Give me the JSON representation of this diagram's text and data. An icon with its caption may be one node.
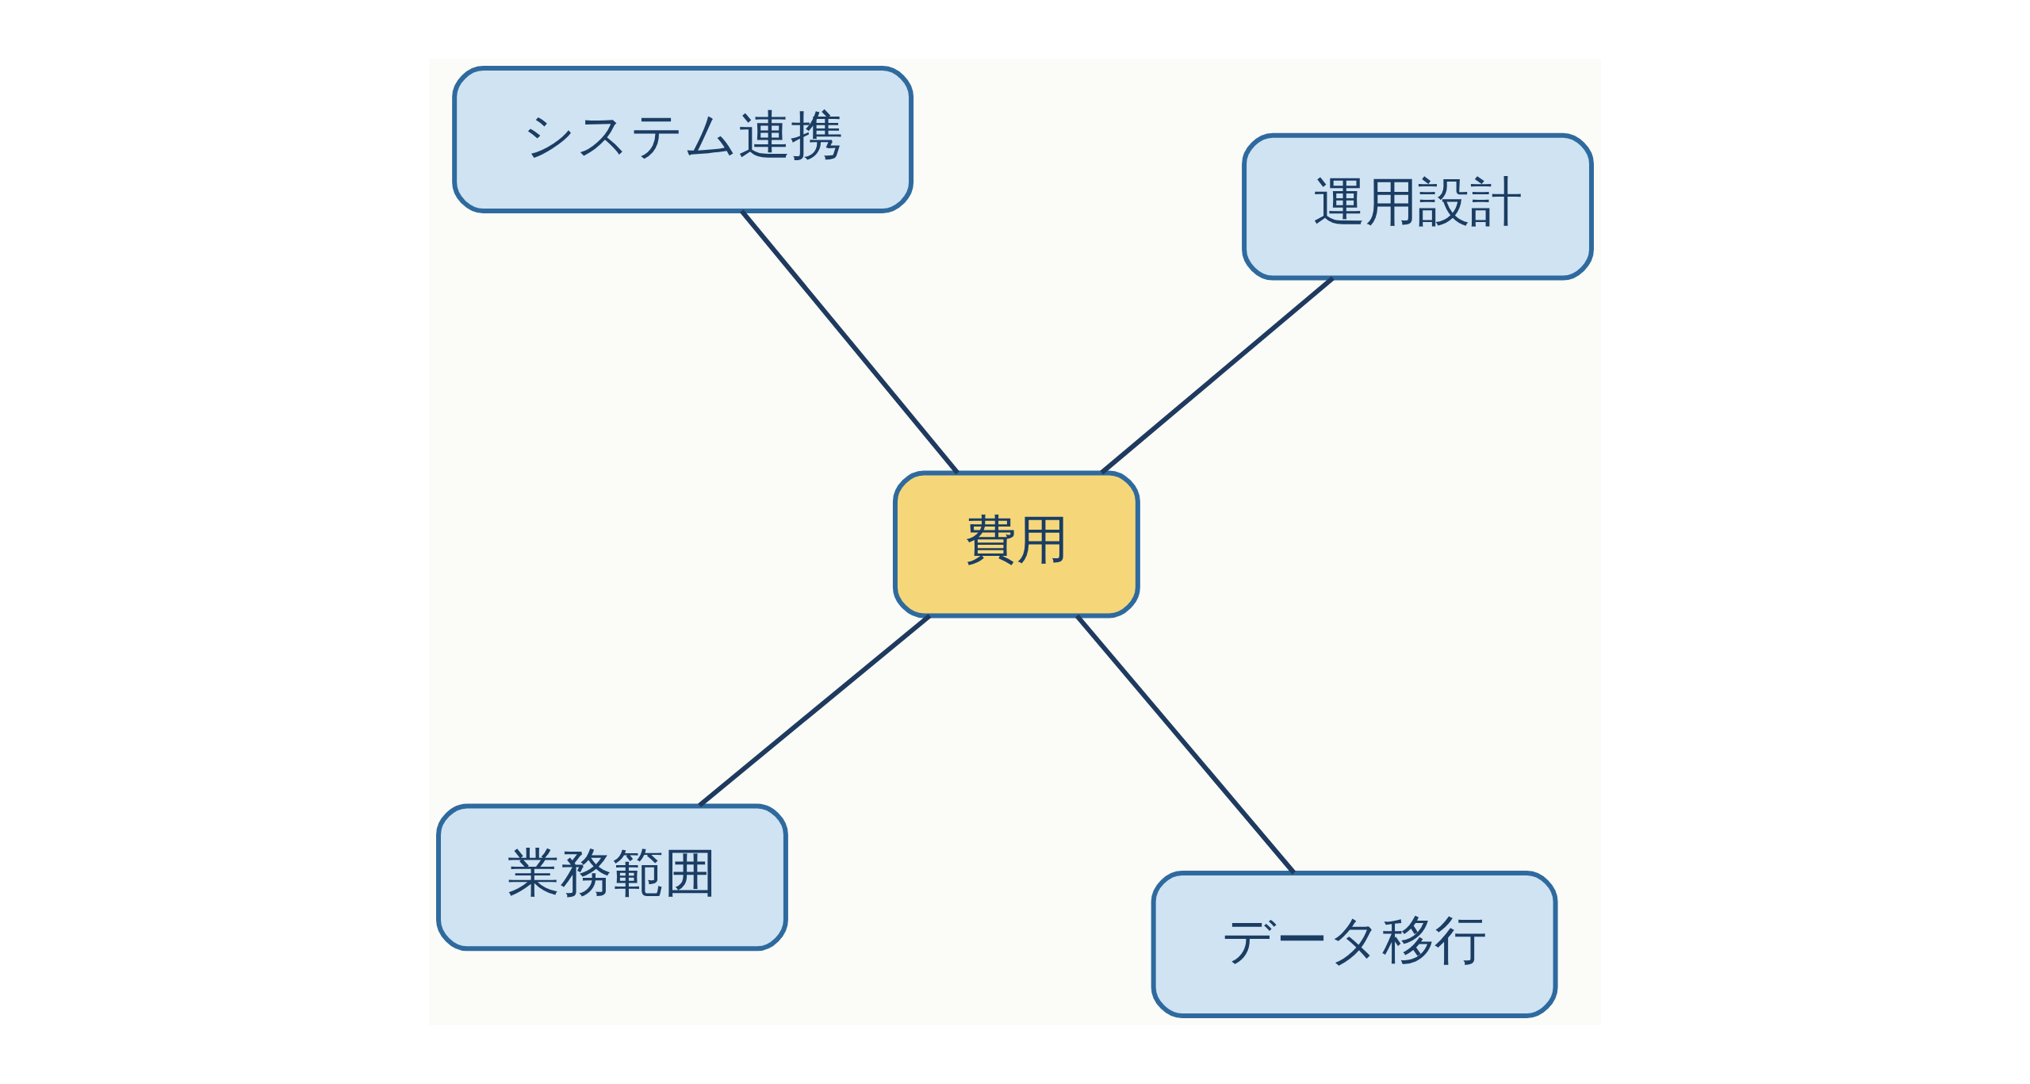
{
  "diagram": {
    "nodes": [
      {
        "text": [
          "業務範囲"
        ]
      },
      {
        "text": [
          "データ移行"
        ]
      },
      {
        "text": [
          "費用"
        ]
      },
      {
        "text": [
          "システム連携"
        ]
      },
      {
        "text": [
          "運用設計"
        ]
      }
    ],
    "edges": [
      {
        "from": 2,
        "to": 0,
        "arrow": "none"
      },
      {
        "from": 2,
        "to": 1,
        "arrow": "none"
      },
      {
        "from": 2,
        "to": 3,
        "arrow": "none"
      },
      {
        "from": 2,
        "to": 4,
        "arrow": "none"
      }
    ]
  }
}
